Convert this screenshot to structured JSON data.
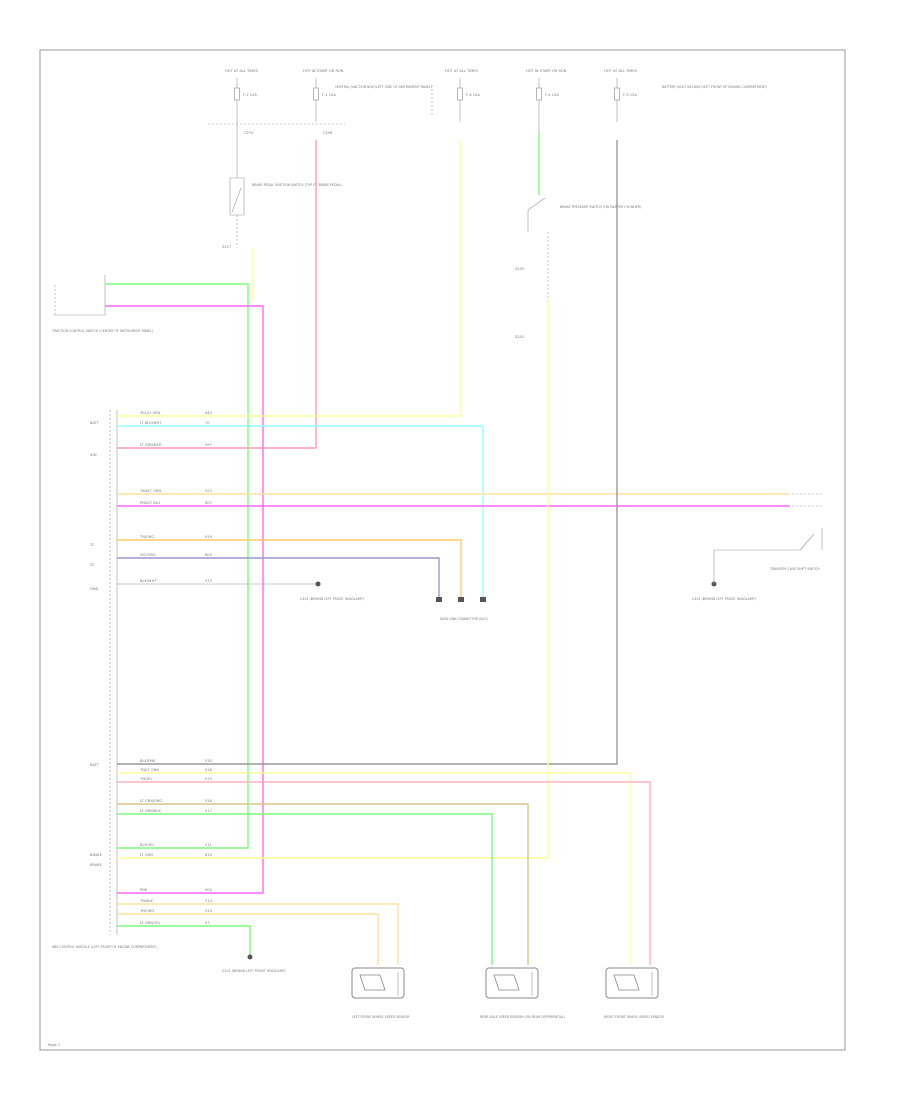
{
  "colors": {
    "green": "#7CFC7C",
    "magenta": "#FF66FF",
    "yellow": "#FFFF99",
    "cyan": "#99FFFF",
    "pink": "#FF99BB",
    "orange": "#FFCC66",
    "light_orange": "#FFE0A0",
    "violet": "#9999CC",
    "gray": "#999999",
    "tan": "#D9C48A",
    "light_pink": "#FFB0C0"
  },
  "fuse_headers": [
    "HOT AT ALL TIMES",
    "HOT IN START OR RUN",
    "HOT AT ALL TIMES",
    "HOT IN START OR RUN",
    "HOT AT ALL TIMES"
  ],
  "fuse_labels": [
    "F-2 10A",
    "F-1 10A",
    "F-6 10A",
    "F-4 10A",
    "F-9 15A"
  ],
  "junction_labels": [
    "CENTRAL JUNCTION BOX (LEFT SIDE OF INSTRUMENT PANEL)",
    "BATTERY JUNCTION BOX (LEFT FRONT OF ENGINE COMPARTMENT)"
  ],
  "switch_labels": [
    "BRAKE PEDAL POSITION SWITCH (TOP OF BRAKE PEDAL)",
    "BRAKE PRESSURE SWITCH (ON MASTER CYLINDER)"
  ],
  "splice_labels": [
    "C270",
    "C206",
    "S217",
    "S205",
    "S201"
  ],
  "left_switch_label": "TRACTION CONTROL SWITCH (CENTER OF INSTRUMENT PANEL)",
  "connector_labels": [
    "DATA LINK CONNECTOR (DLC)",
    "TRANSFER CASE SHIFT SWITCH"
  ],
  "ground_labels": [
    "G101 (BEHIND LEFT FRONT HEADLAMP)",
    "G101 (BEHIND LEFT FRONT HEADLAMP)",
    "G101 (BEHIND LEFT FRONT HEADLAMP)"
  ],
  "module_label": "ABS CONTROL MODULE (LEFT FRONT OF ENGINE COMPARTMENT)",
  "sensor_labels": [
    "LEFT FRONT WHEEL SPEED SENSOR",
    "REAR AXLE SPEED SENSOR (ON REAR DIFFERENTIAL)",
    "RIGHT FRONT WHEEL SPEED SENSOR"
  ],
  "pin_side_labels": [
    "BATT",
    "IGN",
    "TC",
    "TC",
    "GND",
    "BATT",
    "BRAKE",
    "BRAKE"
  ],
  "wire_labels": [
    "YEL/LT GRN",
    "LT BLU/WHT",
    "LT GRN/RED",
    "TAN/LT GRN",
    "VIO/ORG",
    "TN/ORG",
    "PNK/LT BLU",
    "BLK/WHT",
    "BLK/PNK",
    "TN/LT GRN",
    "TN/YEL",
    "LT GRN/ORG",
    "LT GRN/BLK",
    "BLK/YEL",
    "LT GRN",
    "PNK",
    "TN/BLK",
    "TN/ORG",
    "LT GRN/YEL"
  ],
  "circuit_numbers": [
    "640",
    "70",
    "297",
    "523",
    "607",
    "919",
    "605",
    "570",
    "530",
    "518",
    "519",
    "516",
    "517",
    "511",
    "810",
    "904",
    "514",
    "515",
    "57"
  ],
  "footer": "Page 1"
}
